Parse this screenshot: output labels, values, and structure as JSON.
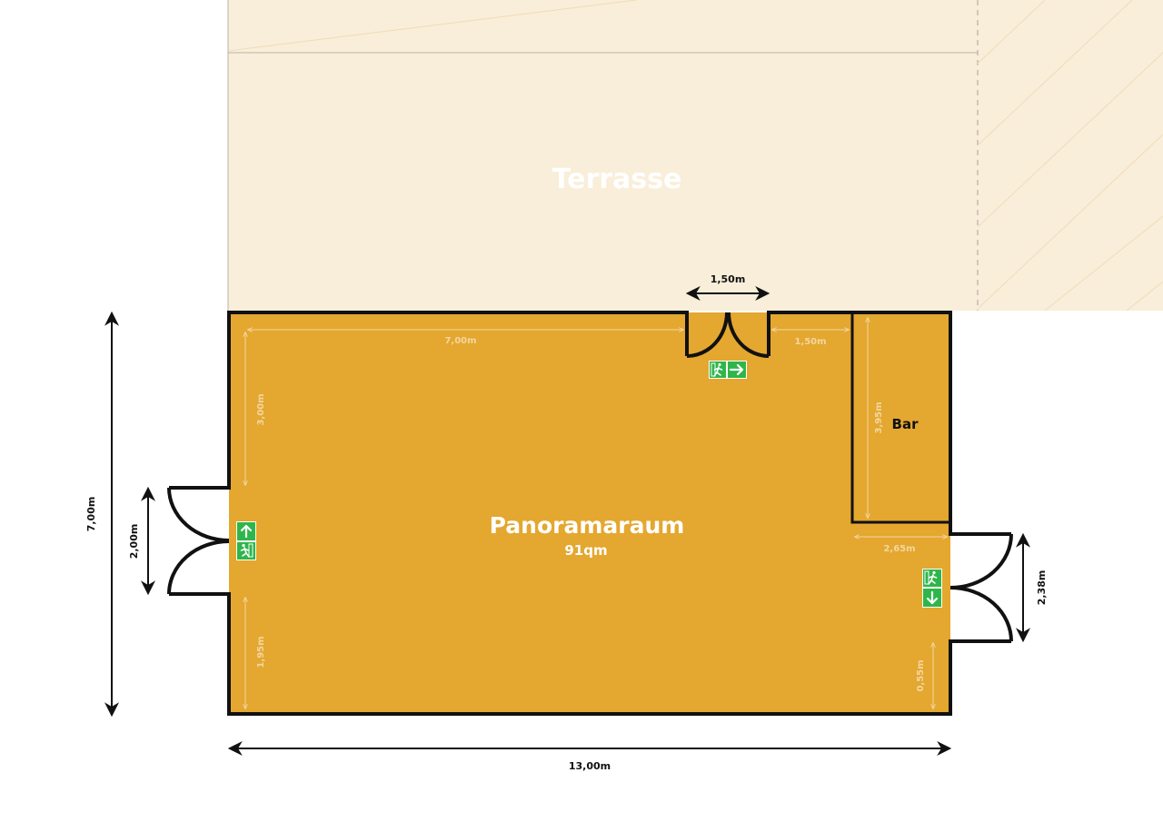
{
  "terrace": {
    "label": "Terrasse"
  },
  "room": {
    "name": "Panoramaraum",
    "area": "91qm"
  },
  "bar": {
    "label": "Bar"
  },
  "dimensions": {
    "total_width": "13,00m",
    "total_height": "7,00m",
    "left_door": "2,00m",
    "right_door": "2,38m",
    "top_door": "1,50m",
    "inner_top_left": "7,00m",
    "inner_top_right": "1,50m",
    "inner_left_upper": "3,00m",
    "inner_left_lower": "1,95m",
    "bar_height": "3,95m",
    "bar_width": "2,65m",
    "right_lower": "0,55m"
  },
  "colors": {
    "terrace": "#f9eed9",
    "room": "#e4a72f",
    "walls": "#111111",
    "exit_sign": "#2fb64a"
  }
}
